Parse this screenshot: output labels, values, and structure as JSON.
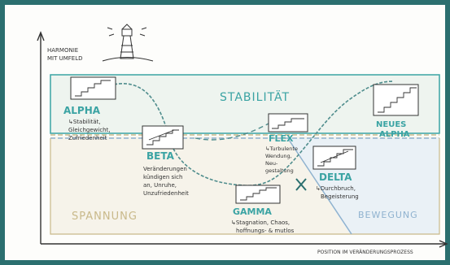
{
  "axes": {
    "y_label_line1": "HARMONIE",
    "y_label_line2": "MIT UMFELD",
    "x_label": "POSITION IM VERÄNDERUNGSPROZESS"
  },
  "zones": {
    "stability": "STABILITÄT",
    "tension": "SPANNUNG",
    "movement": "BEWEGUNG"
  },
  "phases": [
    {
      "name": "ALPHA",
      "desc": [
        "↳Stabilität,",
        "Gleichgewicht,",
        "Zufriedenheit"
      ]
    },
    {
      "name": "BETA",
      "desc": [
        "Veränderungen",
        "kündigen sich",
        "an, Unruhe,",
        "Unzufriedenheit"
      ]
    },
    {
      "name": "GAMMA",
      "desc": [
        "↳Stagnation, Chaos,",
        "hoffnungs- & mutlos"
      ]
    },
    {
      "name": "FLEX",
      "desc": [
        "↳Turbulente",
        "Wendung,",
        "Neu-",
        "gestaltung"
      ]
    },
    {
      "name": "DELTA",
      "desc": [
        "↳Durchbruch,",
        "Begeisterung"
      ]
    },
    {
      "name": "NEUES",
      "desc": [
        "ALPHA"
      ]
    }
  ],
  "colors": {
    "frame": "#2b6f6f",
    "teal": "#3aa3a3",
    "sand": "#c9b98a",
    "blue": "#8fb2cf",
    "ink": "#333333"
  }
}
